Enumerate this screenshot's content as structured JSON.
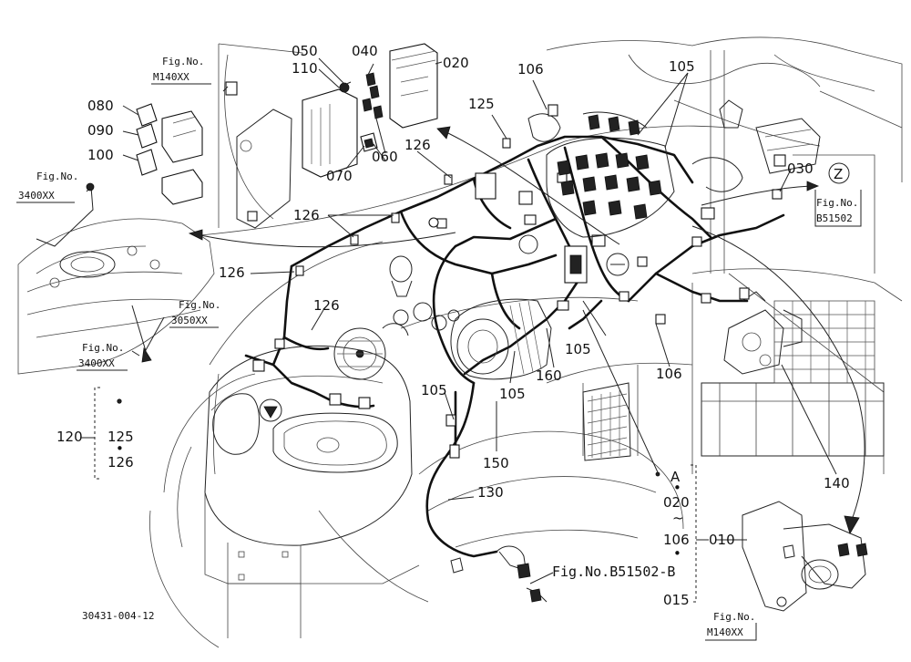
{
  "labels": {
    "p050": "050",
    "p110": "110",
    "p040": "040",
    "p020": "020",
    "p080": "080",
    "p090": "090",
    "p100": "100",
    "p060": "060",
    "p070": "070",
    "p125_top": "125",
    "p126_a": "126",
    "p126_b": "126",
    "p126_c": "126",
    "p126_d": "126",
    "p106_top": "106",
    "p105_top": "105",
    "p030": "030",
    "pZ": "Z",
    "p105_mid": "105",
    "p106_mid": "106",
    "p160": "160",
    "p105_low": "105",
    "p105_left": "105",
    "p150": "150",
    "p140": "140",
    "p130": "130",
    "p120": "120",
    "p125_bracket": "125",
    "p126_bracket": "126",
    "bullet": "•",
    "pA": "A",
    "p020_b": "020",
    "tilde": "~",
    "p106_b": "106",
    "p010": "010",
    "p015": "015"
  },
  "figure_refs": {
    "m140_top_a": "Fig.No.",
    "m140_top_b": "M140XX",
    "f3400_top_a": "Fig.No.",
    "f3400_top_b": "3400XX",
    "f3050_a": "Fig.No.",
    "f3050_b": "3050XX",
    "f3400_low_a": "Fig.No.",
    "f3400_low_b": "3400XX",
    "b51502_a": "Fig.No.",
    "b51502_b": "B51502",
    "b51502_wide": "Fig.No.B51502-B",
    "m140_low_a": "Fig.No.",
    "m140_low_b": "M140XX"
  },
  "footer": {
    "drawing_code": "30431-004-12"
  }
}
